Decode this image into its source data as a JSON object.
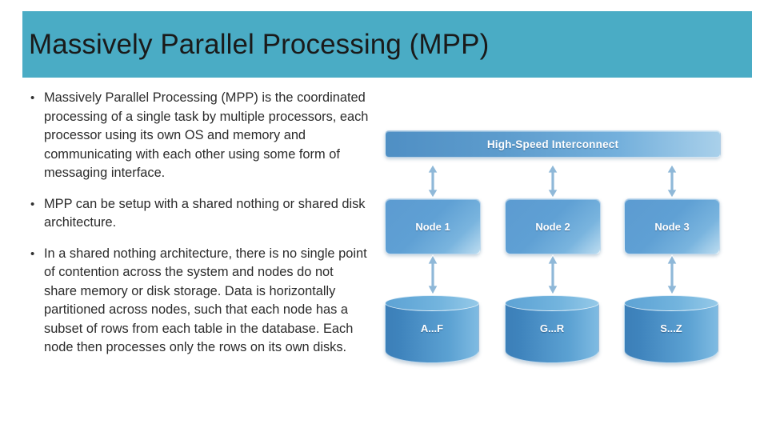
{
  "slide": {
    "title": "Massively Parallel Processing (MPP)",
    "banner_color": "#4aacc5",
    "bullet_marker": "•"
  },
  "bullets": [
    {
      "text": "Massively Parallel Processing (MPP) is the coordinated processing of a single task by multiple processors, each processor using its own OS and memory and communicating with each other using some form of messaging interface."
    },
    {
      "text": "MPP can be setup with a shared nothing or shared disk architecture."
    },
    {
      "text": "In a shared nothing architecture, there is no single point of contention across the system and nodes do not share memory or disk storage. Data is horizontally partitioned across nodes, such that each node has a subset of rows from each table in the database. Each node then processes only the rows on its own disks."
    }
  ],
  "diagram": {
    "interconnect": {
      "label": "High-Speed Interconnect"
    },
    "columns": [
      {
        "node_label": "Node 1",
        "db_label": "A...F"
      },
      {
        "node_label": "Node 2",
        "db_label": "G...R"
      },
      {
        "node_label": "Node 3",
        "db_label": "S...Z"
      }
    ],
    "arrow_color": "#8fb8d8"
  }
}
